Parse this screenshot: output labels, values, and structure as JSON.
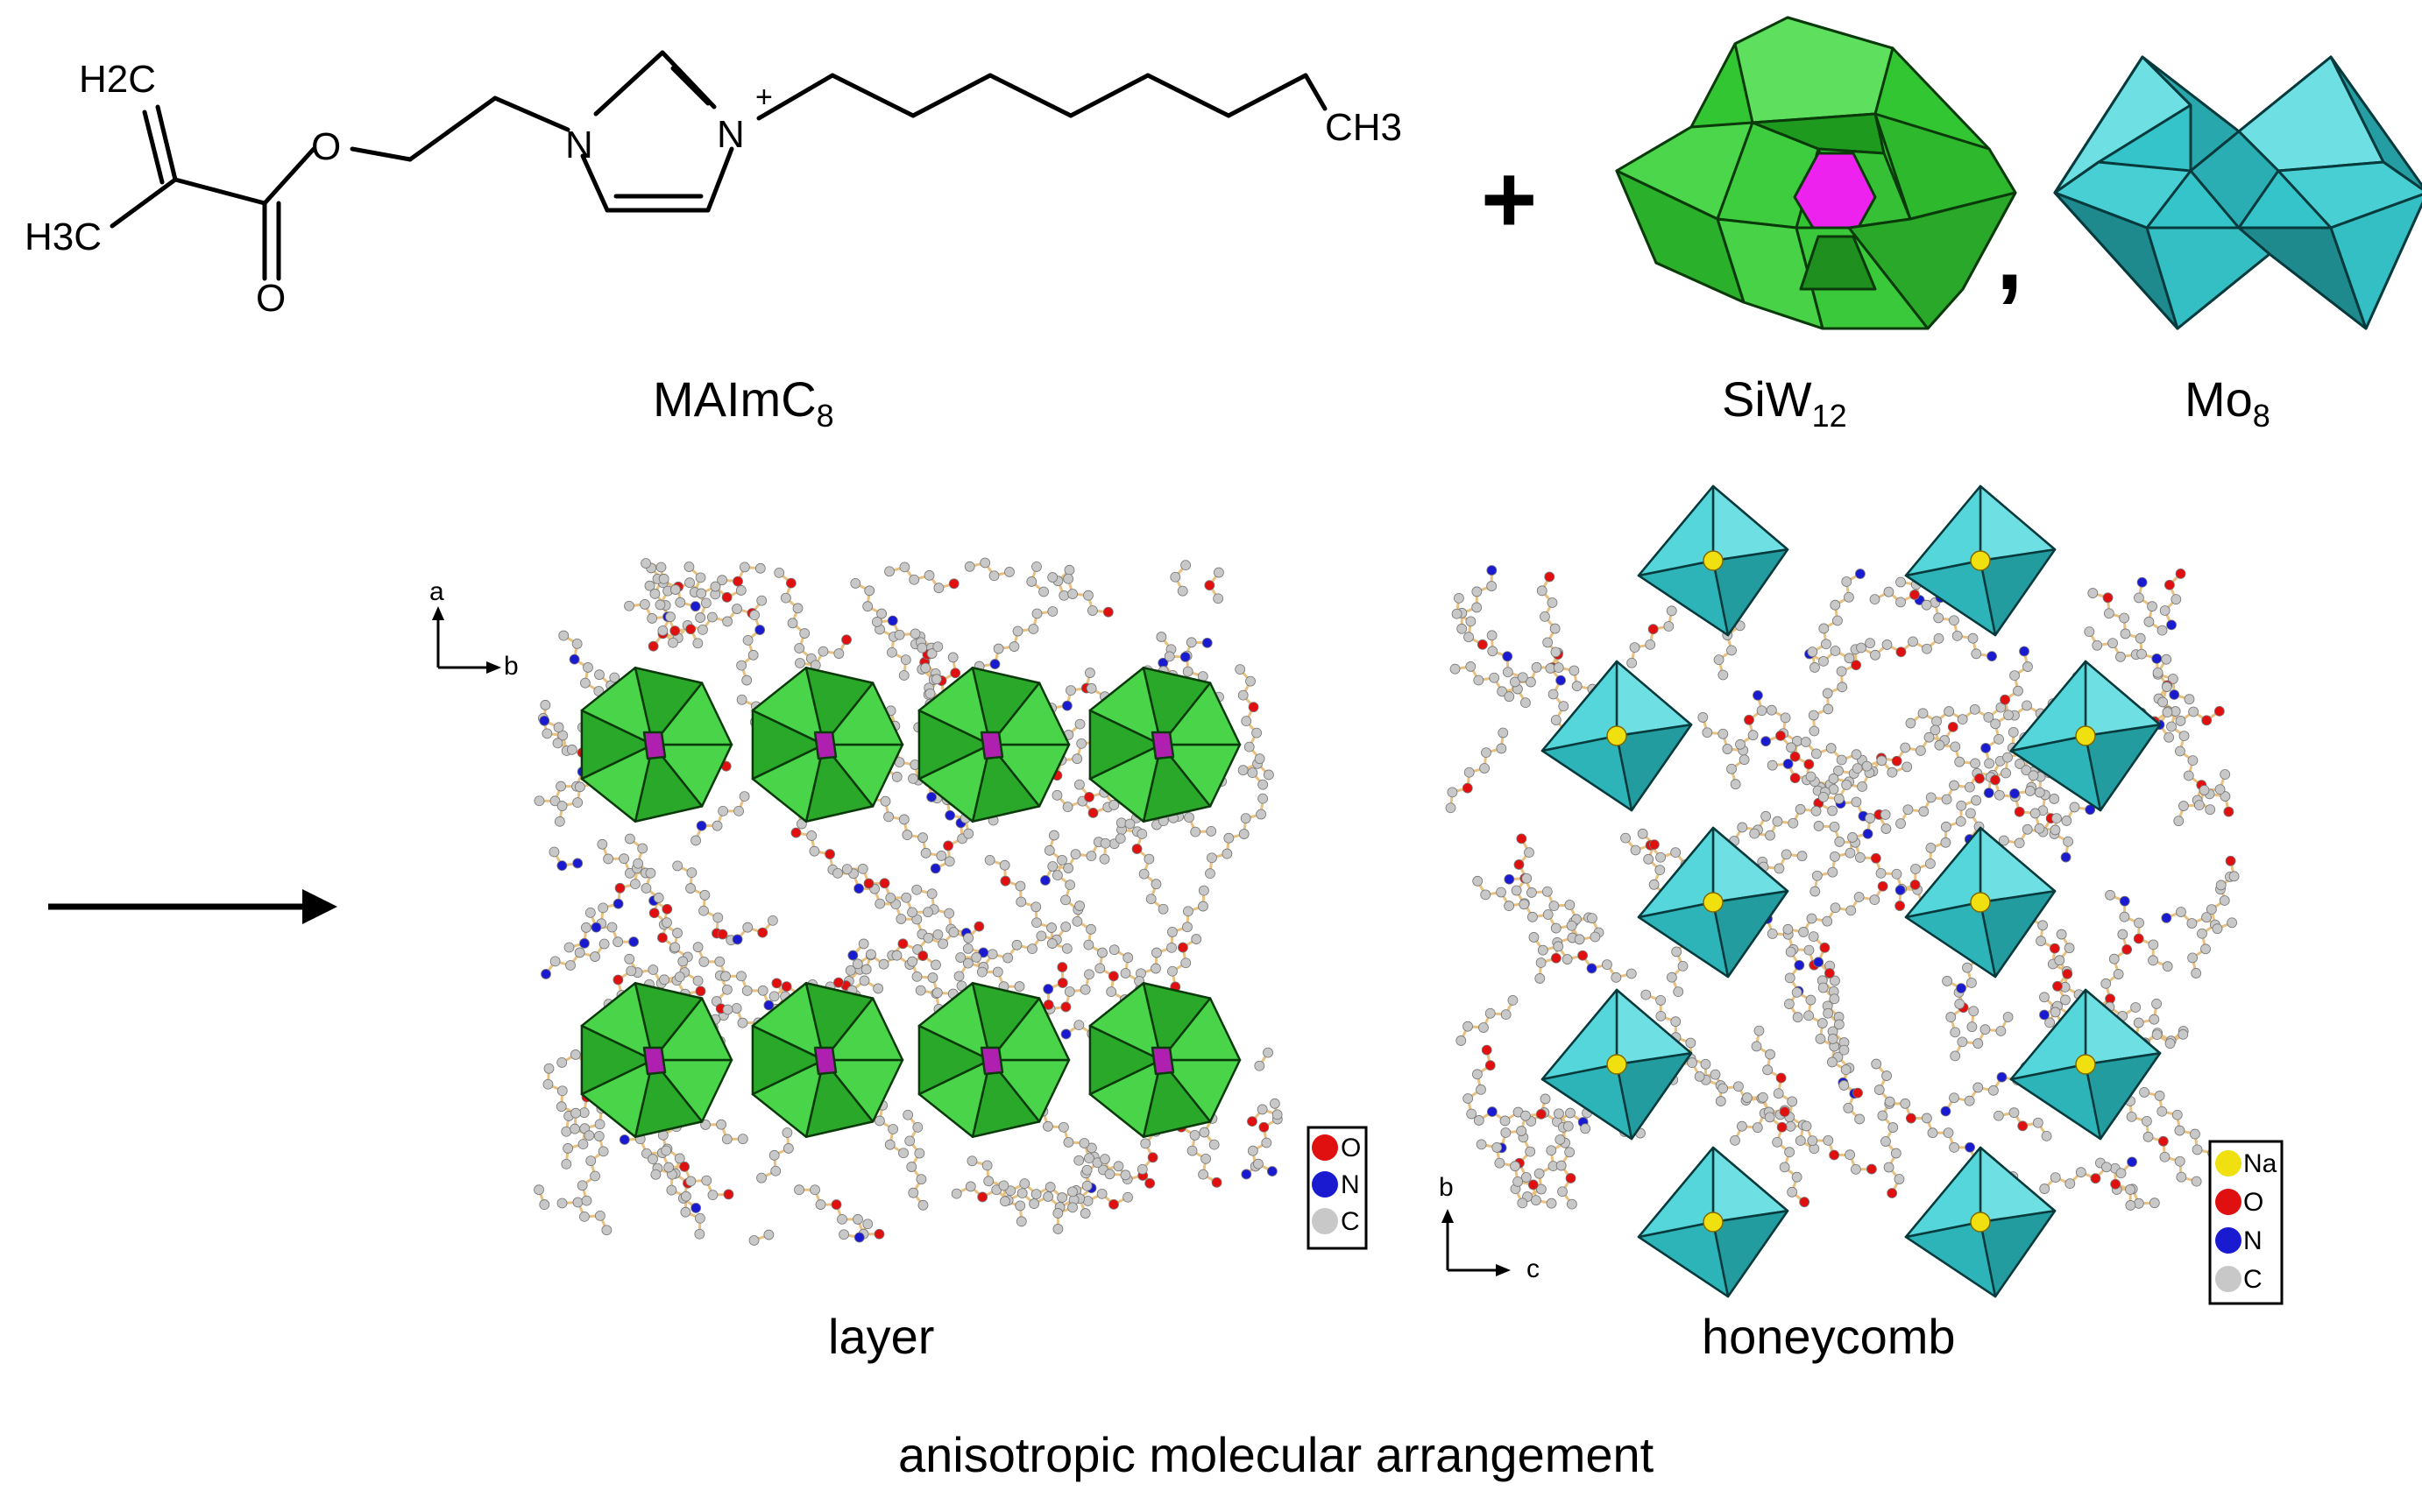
{
  "molecule": {
    "atoms": {
      "h2c": "H2C",
      "h3c": "H3C",
      "o_ester": "O",
      "o_carbonyl": "O",
      "n1": "N",
      "n2": "N",
      "charge": "+",
      "ch3": "CH3"
    },
    "name": "MAImC",
    "name_sub": "8"
  },
  "reaction": {
    "plus": "+",
    "comma": ","
  },
  "clusters": [
    {
      "name": "SiW",
      "sub": "12",
      "color": "#33c633",
      "center_color": "#ee22ee",
      "icon": "keggin-polyhedron"
    },
    {
      "name": "Mo",
      "sub": "8",
      "color": "#35c4c9",
      "icon": "octamolybdate-polyhedron"
    }
  ],
  "layer_panel": {
    "axis_a": "a",
    "axis_b": "b",
    "legend": [
      {
        "label": "O",
        "color": "#e01010"
      },
      {
        "label": "N",
        "color": "#1a1ad0"
      },
      {
        "label": "C",
        "color": "#c8c8c8"
      }
    ],
    "caption": "layer"
  },
  "honeycomb_panel": {
    "axis_b": "b",
    "axis_c": "c",
    "legend": [
      {
        "label": "Na",
        "color": "#f0e010"
      },
      {
        "label": "O",
        "color": "#e01010"
      },
      {
        "label": "N",
        "color": "#1a1ad0"
      },
      {
        "label": "C",
        "color": "#c8c8c8"
      }
    ],
    "caption": "honeycomb"
  },
  "footer": "anisotropic molecular arrangement",
  "colors": {
    "green": "#33c633",
    "green_dark": "#1e8f1e",
    "cyan": "#35c4c9",
    "cyan_dark": "#1e8a8e",
    "stick": "#e8c080",
    "carbon": "#c8c8c8"
  }
}
